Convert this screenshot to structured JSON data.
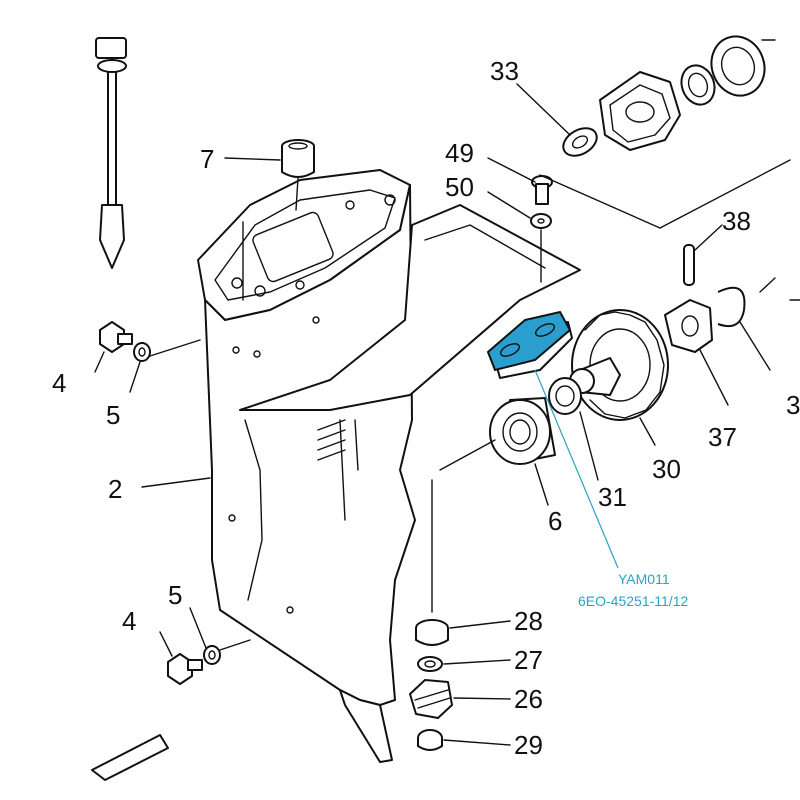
{
  "labels": {
    "n2": "2",
    "n4a": "4",
    "n4b": "4",
    "n5a": "5",
    "n5b": "5",
    "n6": "6",
    "n7": "7",
    "n26": "26",
    "n27": "27",
    "n28": "28",
    "n29": "29",
    "n30": "30",
    "n31": "31",
    "n33": "33",
    "n37": "37",
    "n38": "38",
    "n3x": "3",
    "n49": "49",
    "n50": "50"
  },
  "callout": {
    "code": "YAM011",
    "part_number": "6EO-45251-11/12"
  },
  "colors": {
    "highlight": "#2a9fcf",
    "callout_text": "#2aa3c4",
    "line": "#111111"
  }
}
